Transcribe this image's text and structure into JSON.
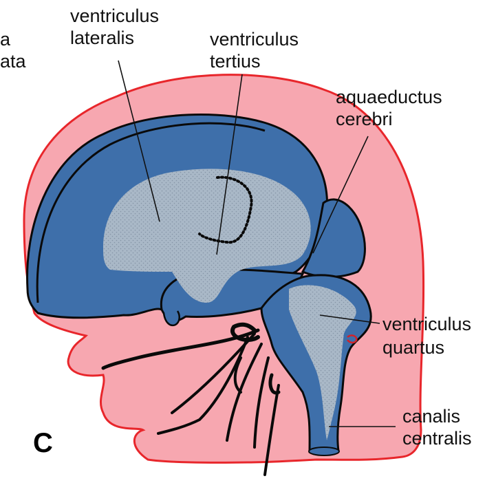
{
  "colors": {
    "background": "#ffffff",
    "skin": "#f7a7b0",
    "skin_outline": "#e8262b",
    "brain": "#3e6faa",
    "ventricle": "#a9b8c7",
    "outline": "#0a0a0a",
    "vessel": "#d1232a"
  },
  "labels": {
    "cut_top": "a",
    "cut_bottom": "ata",
    "lateral_1": "ventriculus",
    "lateral_2": "lateralis",
    "third_1": "ventriculus",
    "third_2": "tertius",
    "aqueduct_1": "aquaeductus",
    "aqueduct_2": "cerebri",
    "fourth_1": "ventriculus",
    "fourth_2": "quartus",
    "central_1": "canalis",
    "central_2": "centralis",
    "panel": "C"
  }
}
